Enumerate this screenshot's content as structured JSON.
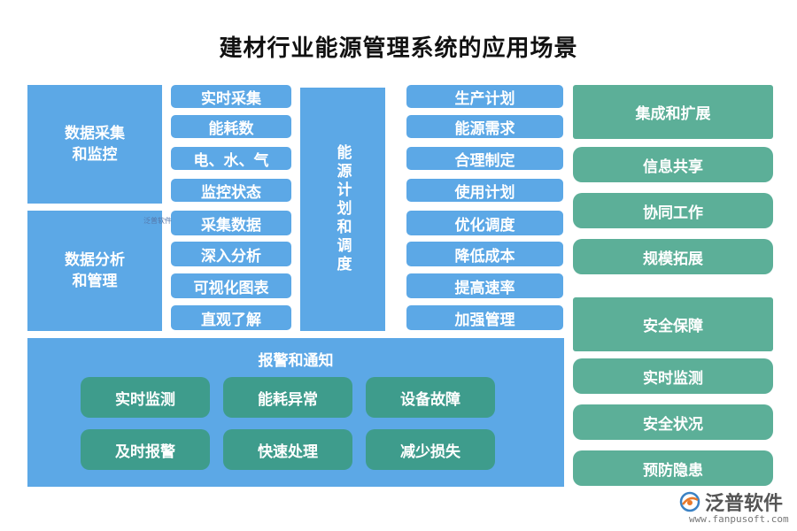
{
  "title": "建材行业能源管理系统的应用场景",
  "left_boxes": [
    {
      "label": "数据采集\n和监控"
    },
    {
      "label": "数据分析\n和管理"
    }
  ],
  "col2_items": [
    "实时采集",
    "能耗数",
    "电、水、气",
    "监控状态",
    "采集数据",
    "深入分析",
    "可视化图表",
    "直观了解"
  ],
  "vertical_box": "能源计划和调度",
  "col4_items": [
    "生产计划",
    "能源需求",
    "合理制定",
    "使用计划",
    "优化调度",
    "降低成本",
    "提高速率",
    "加强管理"
  ],
  "right_top": {
    "header": "集成和扩展",
    "items": [
      "信息共享",
      "协同工作",
      "规模拓展"
    ]
  },
  "right_bottom": {
    "header": "安全保障",
    "items": [
      "实时监测",
      "安全状况",
      "预防隐患"
    ]
  },
  "alarm": {
    "title": "报警和通知",
    "items": [
      "实时监测",
      "能耗异常",
      "设备故障",
      "及时报警",
      "快速处理",
      "减少损失"
    ]
  },
  "watermark": "泛普软件",
  "logo": {
    "name": "泛普软件",
    "url": "www.fanpusoft.com"
  },
  "colors": {
    "blue": "#5ca8e6",
    "green": "#5caf98",
    "teal": "#3e9c8c"
  }
}
